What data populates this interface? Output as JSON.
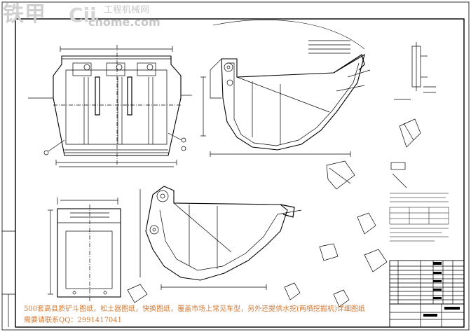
{
  "watermark": {
    "logo_cn": "铁甲",
    "logo_latin": "Cii",
    "site_cn": "工程机械网",
    "site_com": "chome.com"
  },
  "caption": {
    "line1": "500套高县质铲斗图纸，松土器图纸，快换图纸，覆盖市场上常见车型，另外还提供水挖(两栖挖掘机)详细图纸",
    "line2": "需要请联系QQ：2991417041"
  },
  "colors": {
    "line": "#000000",
    "caption": "#d47a32",
    "watermark": "#cfcfcf"
  }
}
